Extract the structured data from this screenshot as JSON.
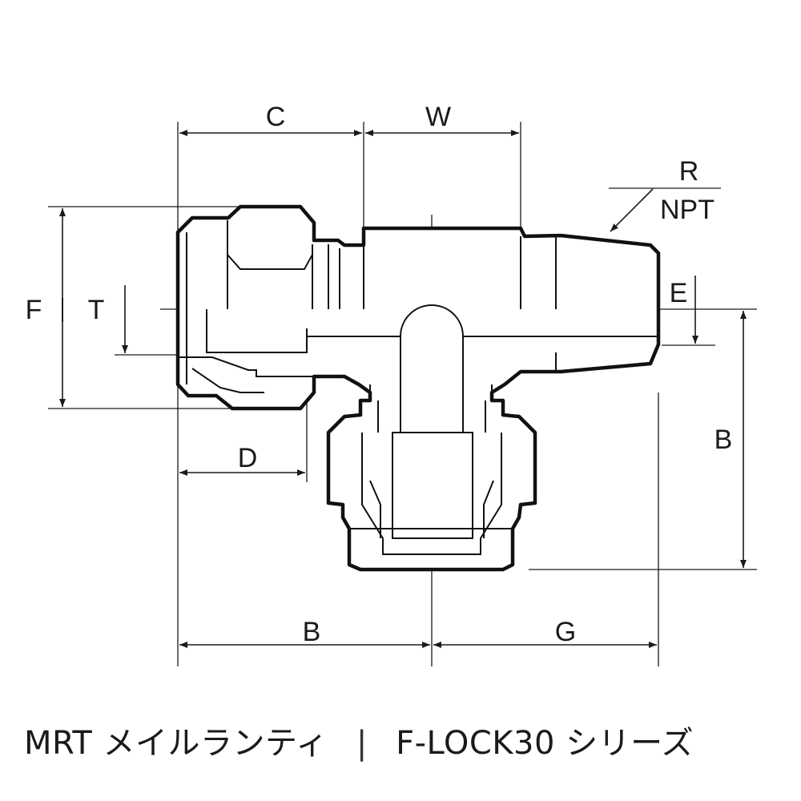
{
  "labels": {
    "C": "C",
    "W": "W",
    "R": "R",
    "NPT": "NPT",
    "F": "F",
    "T": "T",
    "E": "E",
    "D": "D",
    "B_right": "B",
    "B_bottom": "B",
    "G": "G"
  },
  "caption": {
    "model": "MRT",
    "name": "メイルランティ",
    "separator": "|",
    "series": "F-LOCK30 シリーズ"
  }
}
